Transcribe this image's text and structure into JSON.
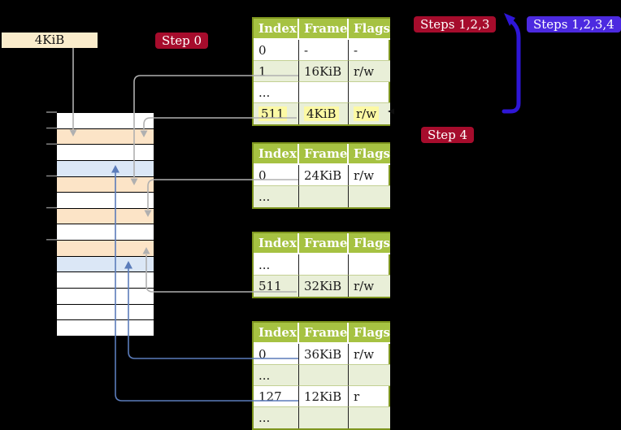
{
  "colors": {
    "bg": "#000000",
    "wheat": "#faeccb",
    "crimson": "#a60c2c",
    "violet": "#4c2ae0",
    "bluearrow": "#2e16d6",
    "olive": "#7e951f",
    "headergreen": "#a6c242",
    "rowalt": "#e9efd8",
    "highlight": "#fcf9a4",
    "peach": "#fce4c7",
    "pageblue": "#dbe7f6",
    "grayline": "#b0b0b0",
    "steelline": "#5b7cba",
    "tick": "#8c8c8c"
  },
  "labels": {
    "cr3_box": "4KiB",
    "step0": "Step 0",
    "steps123": "Steps 1,2,3",
    "steps1234": "Steps 1,2,3,4",
    "step4": "Step 4"
  },
  "tables": [
    {
      "name": "page-table-level-top",
      "headers": [
        "Index",
        "Frame",
        "Flags"
      ],
      "rows": [
        {
          "cells": [
            "0",
            "-",
            "-"
          ]
        },
        {
          "cells": [
            "1",
            "16KiB",
            "r/w"
          ]
        },
        {
          "cells": [
            "...",
            "",
            ""
          ]
        },
        {
          "cells": [
            "511",
            "4KiB",
            "r/w"
          ],
          "highlight": true
        }
      ]
    },
    {
      "name": "page-table-level-2",
      "headers": [
        "Index",
        "Frame",
        "Flags"
      ],
      "rows": [
        {
          "cells": [
            "0",
            "24KiB",
            "r/w"
          ]
        },
        {
          "cells": [
            "...",
            "",
            ""
          ]
        }
      ]
    },
    {
      "name": "page-table-level-3",
      "headers": [
        "Index",
        "Frame",
        "Flags"
      ],
      "rows": [
        {
          "cells": [
            "...",
            "",
            ""
          ]
        },
        {
          "cells": [
            "511",
            "32KiB",
            "r/w"
          ]
        }
      ]
    },
    {
      "name": "page-table-level-4",
      "headers": [
        "Index",
        "Frame",
        "Flags"
      ],
      "rows": [
        {
          "cells": [
            "0",
            "36KiB",
            "r/w"
          ]
        },
        {
          "cells": [
            "...",
            "",
            ""
          ]
        },
        {
          "cells": [
            "127",
            "12KiB",
            "r"
          ]
        },
        {
          "cells": [
            "...",
            "",
            ""
          ]
        }
      ]
    }
  ],
  "memory": {
    "rows": [
      {
        "kind": "frame"
      },
      {
        "kind": "pagetable"
      },
      {
        "kind": "frame"
      },
      {
        "kind": "page"
      },
      {
        "kind": "pagetable"
      },
      {
        "kind": "frame"
      },
      {
        "kind": "pagetable"
      },
      {
        "kind": "frame"
      },
      {
        "kind": "pagetable"
      },
      {
        "kind": "page"
      },
      {
        "kind": "frame"
      },
      {
        "kind": "frame"
      },
      {
        "kind": "frame"
      },
      {
        "kind": "frame"
      }
    ]
  }
}
